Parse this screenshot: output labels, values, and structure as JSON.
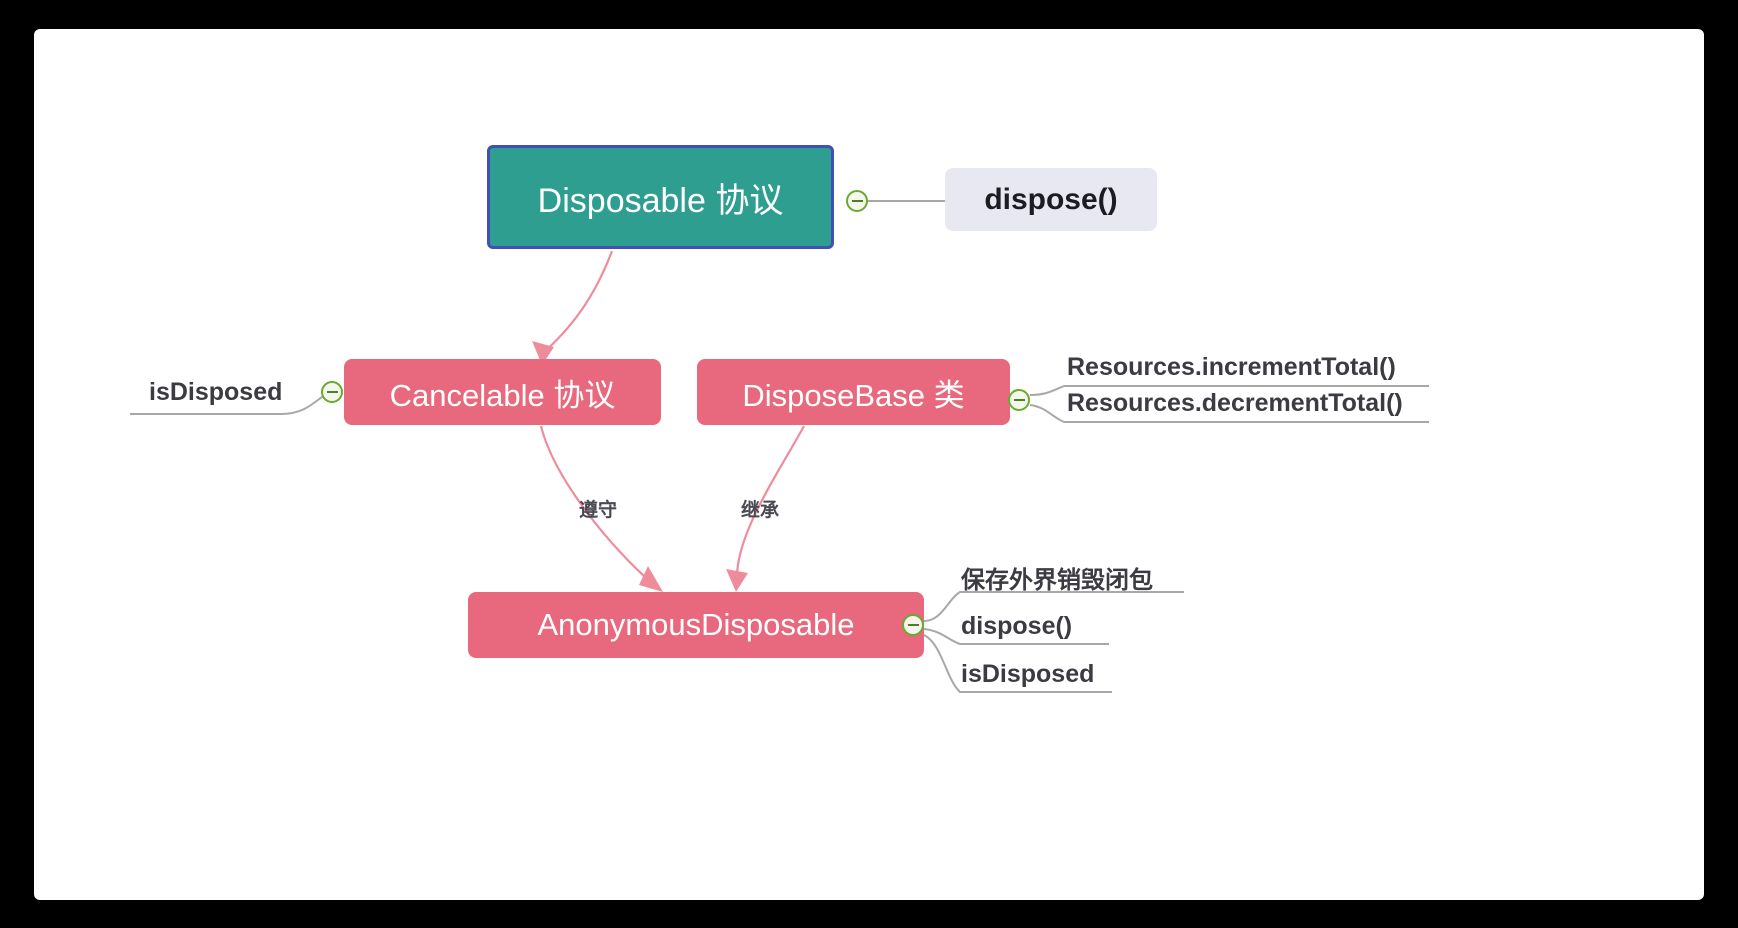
{
  "canvas": {
    "background": "#ffffff",
    "frame_color": "#000000"
  },
  "colors": {
    "root_fill": "#2e9e91",
    "root_border": "#3f51b5",
    "node_pink": "#e8697d",
    "node_lavender": "#e8e8f2",
    "connector_pink": "#ef8c9c",
    "connector_gray": "#a8a8a8",
    "toggle_border": "#6aaa2f",
    "text_dark": "#3b3b42"
  },
  "nodes": {
    "root": {
      "label": "Disposable 协议"
    },
    "cancelable": {
      "label": "Cancelable 协议"
    },
    "dispose_base": {
      "label": "DisposeBase 类"
    },
    "anonymous": {
      "label": "AnonymousDisposable"
    }
  },
  "leaves": {
    "root_child": {
      "label": "dispose()"
    },
    "cancelable_child": {
      "label": "isDisposed"
    },
    "dispose_base_children": [
      {
        "label": "Resources.incrementTotal()"
      },
      {
        "label": "Resources.decrementTotal()"
      }
    ],
    "anonymous_children": [
      {
        "label": "保存外界销毁闭包"
      },
      {
        "label": "dispose()"
      },
      {
        "label": "isDisposed"
      }
    ]
  },
  "edge_labels": {
    "conforms": "遵守",
    "inherits": "继承"
  },
  "toggles": {
    "root": "collapse-toggle",
    "cancelable": "collapse-toggle",
    "dispose_base": "collapse-toggle",
    "anonymous": "collapse-toggle"
  }
}
